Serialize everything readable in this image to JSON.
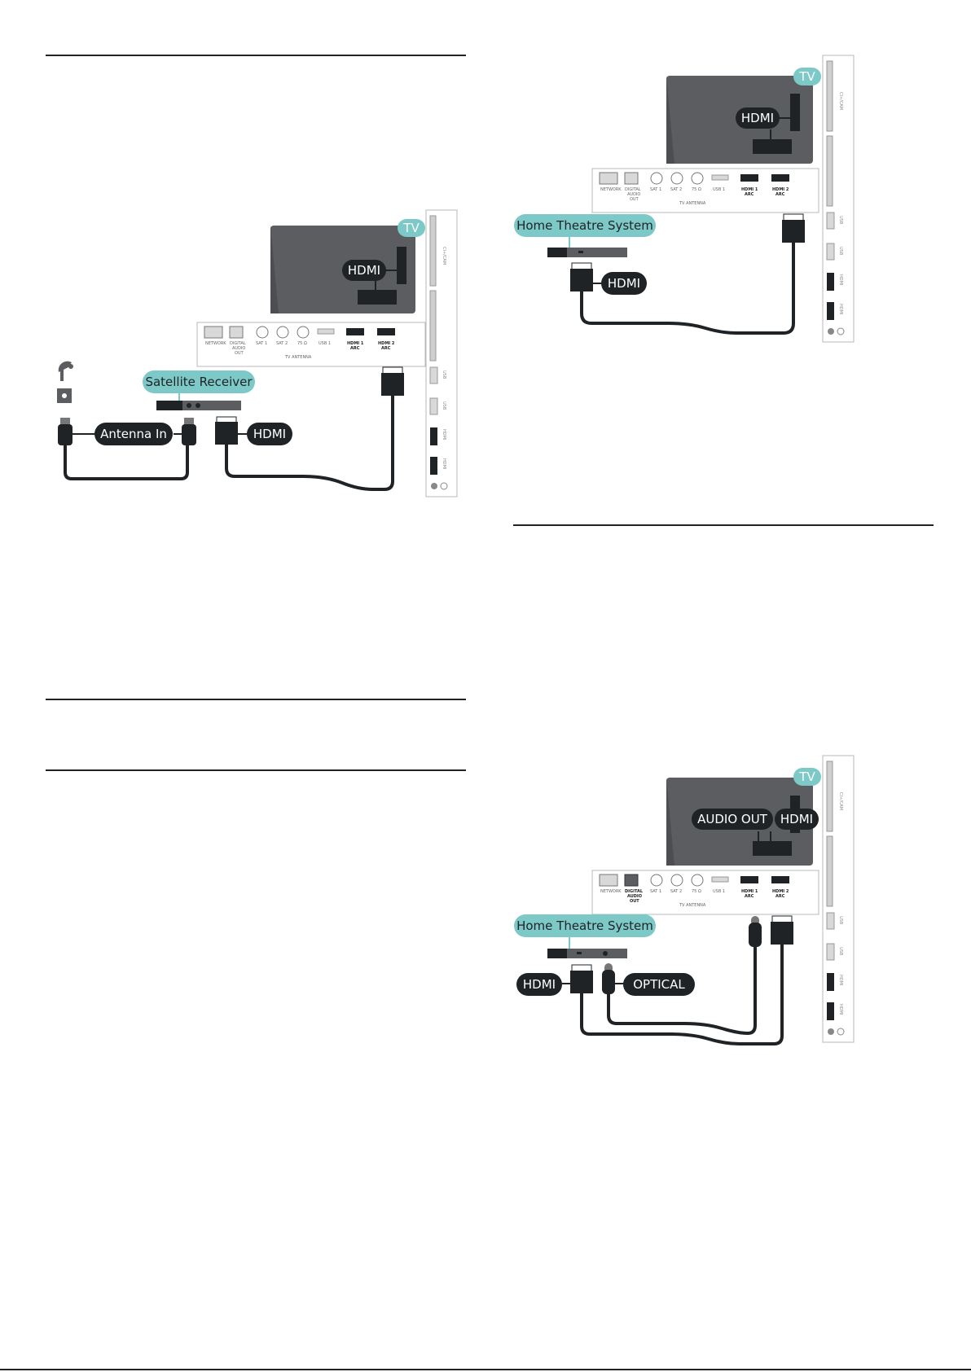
{
  "diagram1": {
    "tv_badge": "TV",
    "hdmi_label_tv": "HDMI",
    "device_label": "Satellite Receiver",
    "antenna_label": "Antenna In",
    "hdmi_label_cable": "HDMI",
    "ports": [
      "NETWORK",
      "DIGITAL",
      "AUDIO",
      "OUT",
      "SAT 1",
      "SAT 2",
      "75 Ω",
      "USB 1",
      "HDMI 1",
      "ARC",
      "HDMI 2",
      "ARC",
      "TV ANTENNA"
    ],
    "side_ports": [
      "CI+/CAM",
      "USB",
      "USB",
      "HDMI",
      "HDMI"
    ]
  },
  "diagram2": {
    "tv_badge": "TV",
    "hdmi_label_tv": "HDMI",
    "device_label": "Home Theatre System",
    "hdmi_label_cable": "HDMI",
    "ports": [
      "NETWORK",
      "DIGITAL",
      "AUDIO",
      "OUT",
      "SAT 1",
      "SAT 2",
      "75 Ω",
      "USB 1",
      "HDMI 1",
      "ARC",
      "HDMI 2",
      "ARC",
      "TV ANTENNA"
    ],
    "side_ports": [
      "CI+/CAM",
      "USB",
      "USB",
      "HDMI",
      "HDMI"
    ]
  },
  "diagram3": {
    "tv_badge": "TV",
    "audio_out_label": "AUDIO OUT",
    "hdmi_label_tv": "HDMI",
    "device_label": "Home Theatre System",
    "hdmi_label_cable": "HDMI",
    "optical_label": "OPTICAL",
    "ports": [
      "NETWORK",
      "DIGITAL",
      "AUDIO",
      "OUT",
      "SAT 1",
      "SAT 2",
      "75 Ω",
      "USB 1",
      "HDMI 1",
      "ARC",
      "HDMI 2",
      "ARC",
      "TV ANTENNA"
    ],
    "side_ports": [
      "CI+/CAM",
      "USB",
      "USB",
      "HDMI",
      "HDMI"
    ]
  },
  "colors": {
    "dark": "#1f2326",
    "tv_body": "#5c5d61",
    "teal": "#7cc9c8",
    "panel_border": "#b8b8b8",
    "port_fill": "#d8d8d8"
  }
}
